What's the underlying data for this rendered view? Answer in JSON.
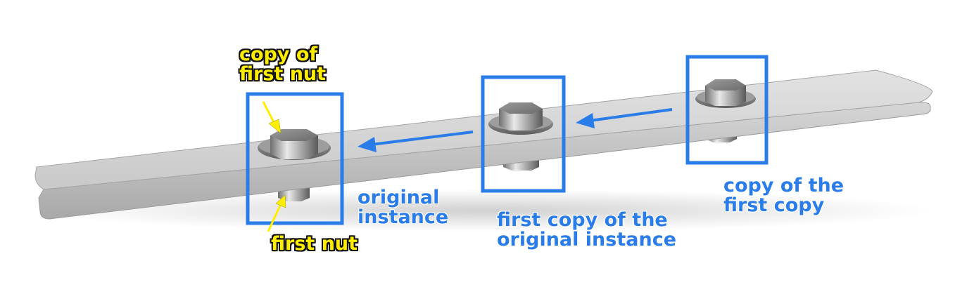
{
  "labels": {
    "copy_of_first_nut": [
      "copy of",
      "first nut"
    ],
    "first_nut": "first nut",
    "original_instance": [
      "original",
      "instance"
    ],
    "first_copy_of_original": [
      "first copy of the",
      "original instance"
    ],
    "copy_of_first_copy": [
      "copy of the",
      "first copy"
    ]
  },
  "colors": {
    "highlight_blue": "#2a7de8",
    "callout_yellow": "#ffee00",
    "bar_gray": "#c8c8c8",
    "nut_gray": "#8a8a8a"
  }
}
